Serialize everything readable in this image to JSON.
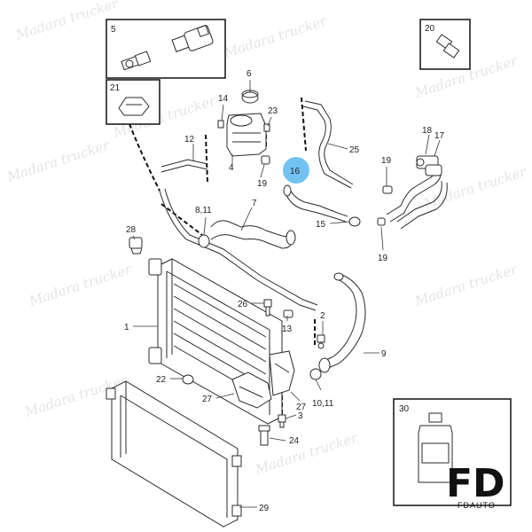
{
  "watermark": {
    "text": "Madara trucker"
  },
  "callouts": [
    {
      "id": "c1",
      "text": "1"
    },
    {
      "id": "c2",
      "text": "2"
    },
    {
      "id": "c3",
      "text": "3"
    },
    {
      "id": "c4",
      "text": "4"
    },
    {
      "id": "c6",
      "text": "6"
    },
    {
      "id": "c7",
      "text": "7"
    },
    {
      "id": "c8_11",
      "text": "8,11"
    },
    {
      "id": "c9",
      "text": "9"
    },
    {
      "id": "c10_11",
      "text": "10,11"
    },
    {
      "id": "c12",
      "text": "12"
    },
    {
      "id": "c13",
      "text": "13"
    },
    {
      "id": "c14",
      "text": "14"
    },
    {
      "id": "c15",
      "text": "15"
    },
    {
      "id": "c16",
      "text": "16"
    },
    {
      "id": "c17",
      "text": "17"
    },
    {
      "id": "c18",
      "text": "18"
    },
    {
      "id": "c19a",
      "text": "19"
    },
    {
      "id": "c19b",
      "text": "19"
    },
    {
      "id": "c19c",
      "text": "19"
    },
    {
      "id": "c22",
      "text": "22"
    },
    {
      "id": "c23",
      "text": "23"
    },
    {
      "id": "c24",
      "text": "24"
    },
    {
      "id": "c25",
      "text": "25"
    },
    {
      "id": "c26",
      "text": "26"
    },
    {
      "id": "c27a",
      "text": "27"
    },
    {
      "id": "c27b",
      "text": "27"
    },
    {
      "id": "c28",
      "text": "28"
    },
    {
      "id": "c29",
      "text": "29"
    }
  ],
  "boxes": [
    {
      "id": "box5",
      "text": "5"
    },
    {
      "id": "box20",
      "text": "20"
    },
    {
      "id": "box21",
      "text": "21"
    },
    {
      "id": "box30",
      "text": "30"
    }
  ],
  "highlight": {
    "label": "16",
    "color": "#5bb8f0"
  },
  "brand": {
    "logo": "FD",
    "name": "FDAUTO"
  }
}
